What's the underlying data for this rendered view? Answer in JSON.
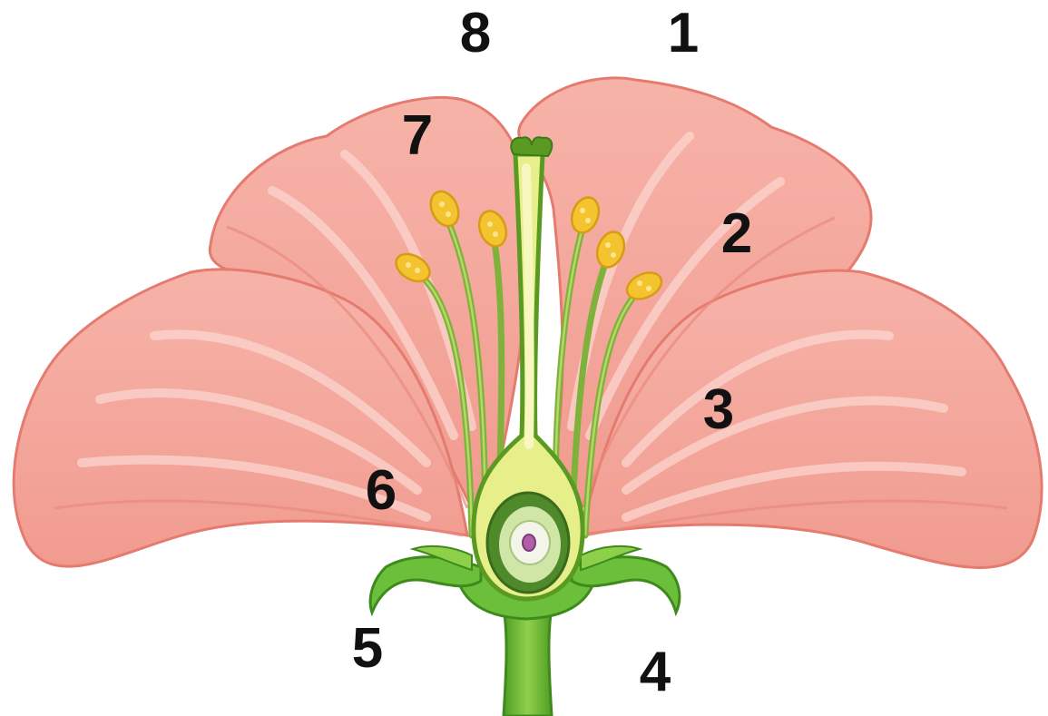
{
  "labels": {
    "l1": "1",
    "l2": "2",
    "l3": "3",
    "l4": "4",
    "l5": "5",
    "l6": "6",
    "l7": "7",
    "l8": "8"
  },
  "colors": {
    "petal": "#f4a59a",
    "petal_outline": "#e57b6f",
    "petal_highlight": "#fbd3cc",
    "sepal": "#6cbf3a",
    "stem": "#6cbf3a",
    "style": "#e7ef8a",
    "ovary": "#f4f29a",
    "anther": "#f4c430",
    "filament": "#7fb23a",
    "ovule": "#b05fa8"
  }
}
